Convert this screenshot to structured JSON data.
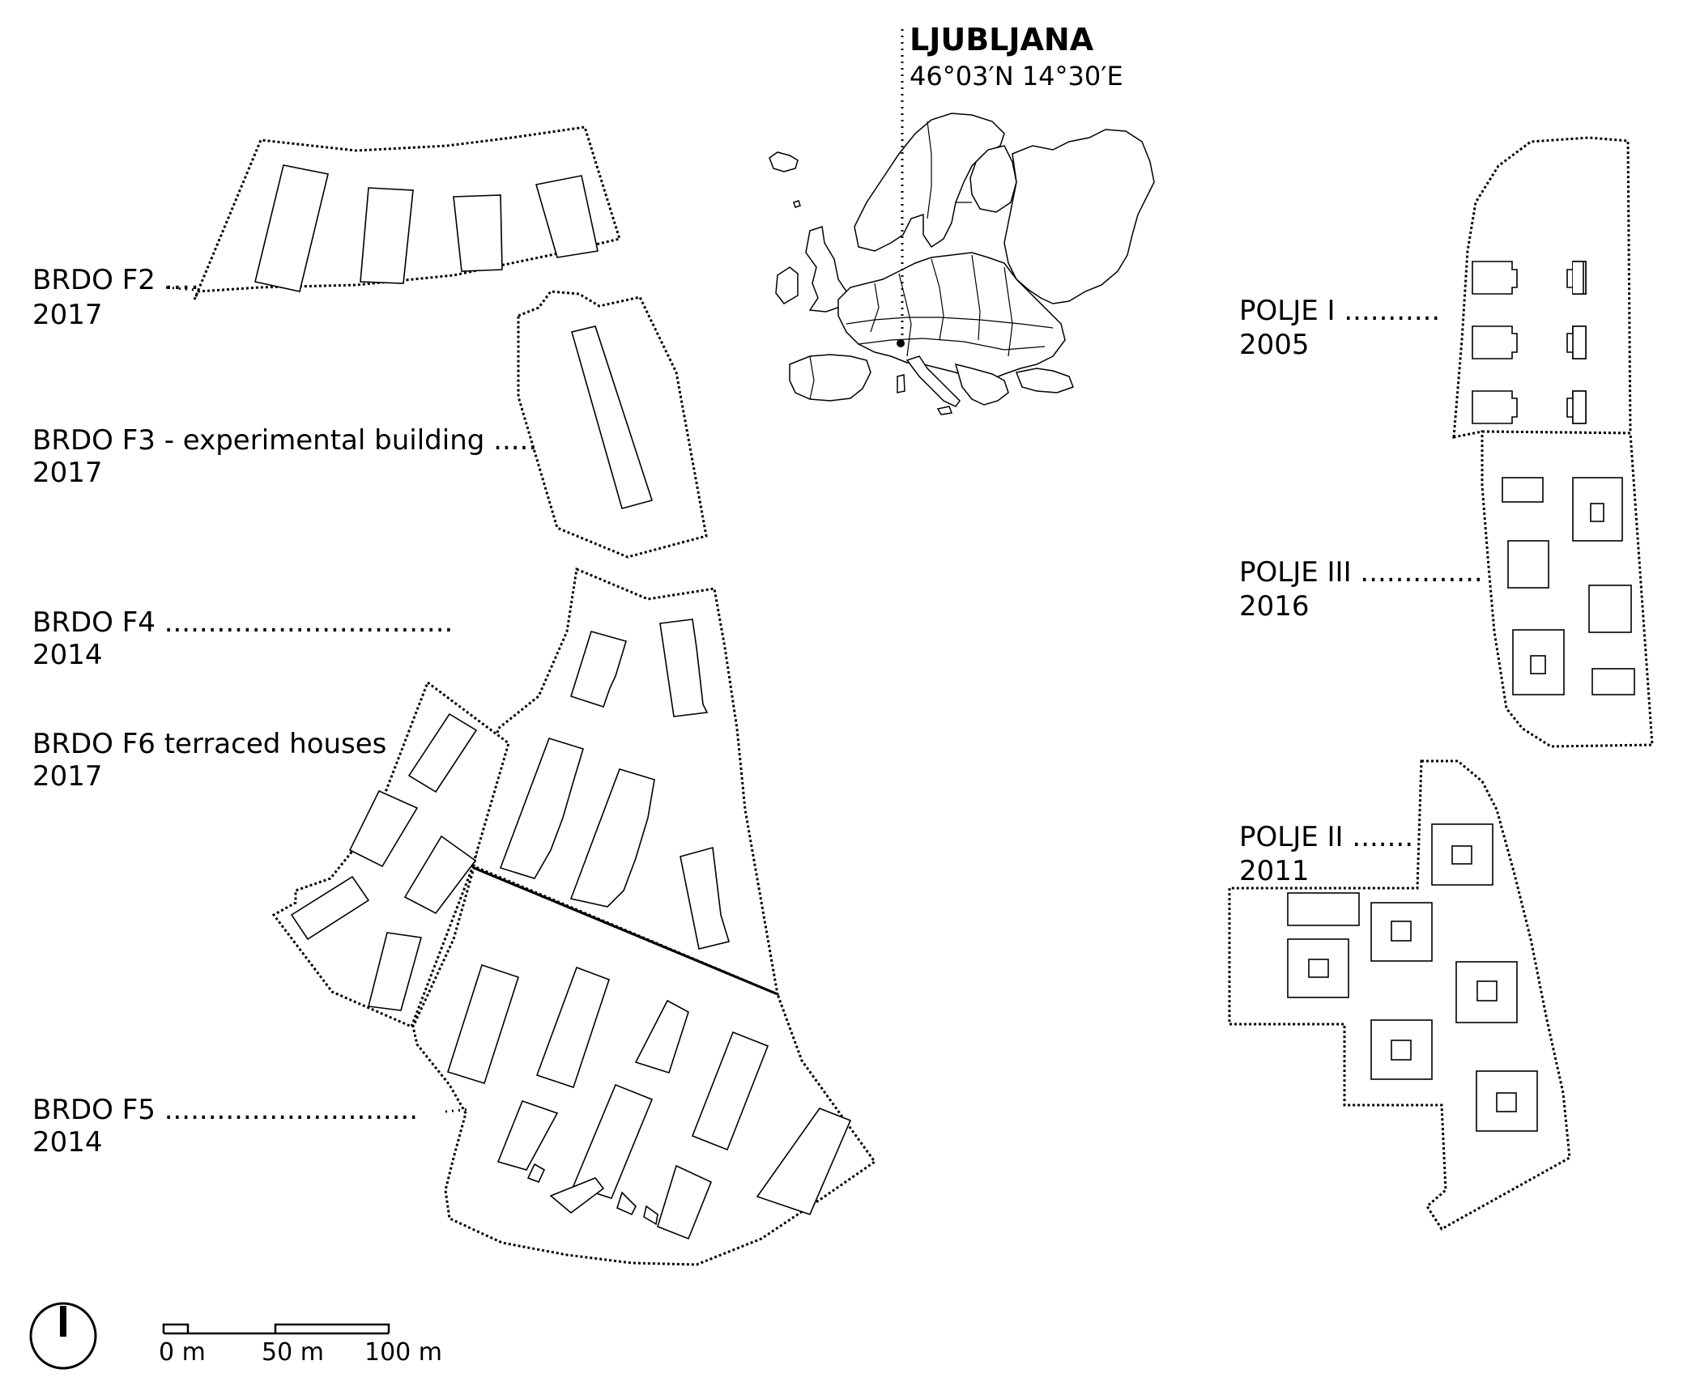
{
  "locator": {
    "city": "LJUBLJANA",
    "coordinates": "46°03′N 14°30′E"
  },
  "neighbourhoods": [
    {
      "name": "BRDO F2 ....",
      "year": "2017"
    },
    {
      "name": "BRDO F3 - experimental building .....",
      "year": "2017"
    },
    {
      "name": "BRDO F4 .................................",
      "year": "2014"
    },
    {
      "name": "BRDO F6 terraced houses",
      "year": "2017"
    },
    {
      "name": "BRDO F5 .............................",
      "year": "2014"
    },
    {
      "name": "POLJE I ...........",
      "year": "2005"
    },
    {
      "name": "POLJE III ..............",
      "year": "2016"
    },
    {
      "name": "POLJE II .......",
      "year": "2011"
    }
  ],
  "scale_bar": {
    "labels": [
      "0 m",
      "50 m",
      "100 m"
    ]
  },
  "icons": {
    "north_arrow": "north-arrow-icon",
    "europe_map": "europe-locator-map"
  }
}
